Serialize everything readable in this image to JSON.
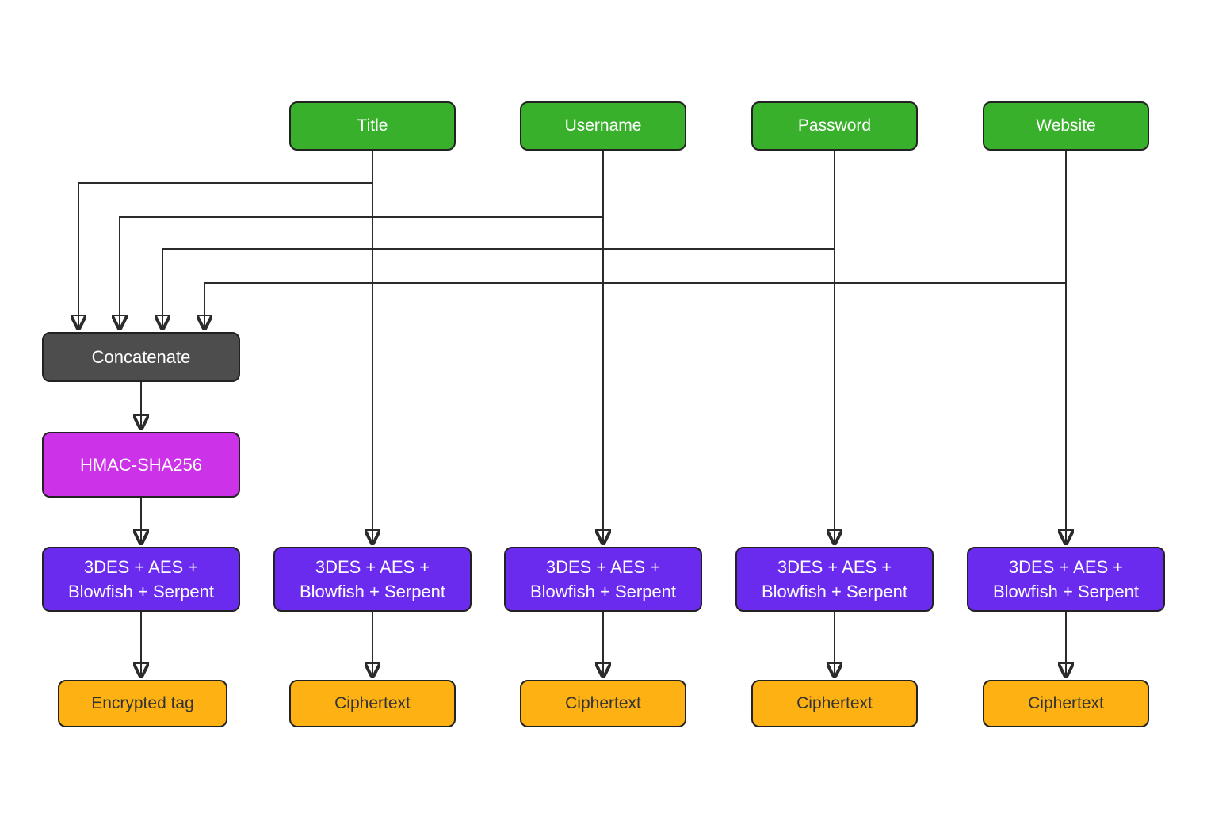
{
  "diagram": {
    "inputs": [
      {
        "label": "Title"
      },
      {
        "label": "Username"
      },
      {
        "label": "Password"
      },
      {
        "label": "Website"
      }
    ],
    "concat": {
      "label": "Concatenate"
    },
    "hash": {
      "label": "HMAC-SHA256"
    },
    "cipher": {
      "label": "3DES + AES +\nBlowfish + Serpent"
    },
    "outputs": [
      {
        "label": "Encrypted tag"
      },
      {
        "label": "Ciphertext"
      },
      {
        "label": "Ciphertext"
      },
      {
        "label": "Ciphertext"
      },
      {
        "label": "Ciphertext"
      }
    ],
    "colors": {
      "input-fill": "#39b02c",
      "concat-fill": "#4d4d4d",
      "hash-fill": "#cc33e8",
      "cipher-fill": "#6b2bee",
      "output-fill": "#fdb113",
      "edge": "#2b2b2b",
      "node-border": "#222222",
      "text-light": "#ffffff",
      "text-dark": "#333333"
    }
  }
}
